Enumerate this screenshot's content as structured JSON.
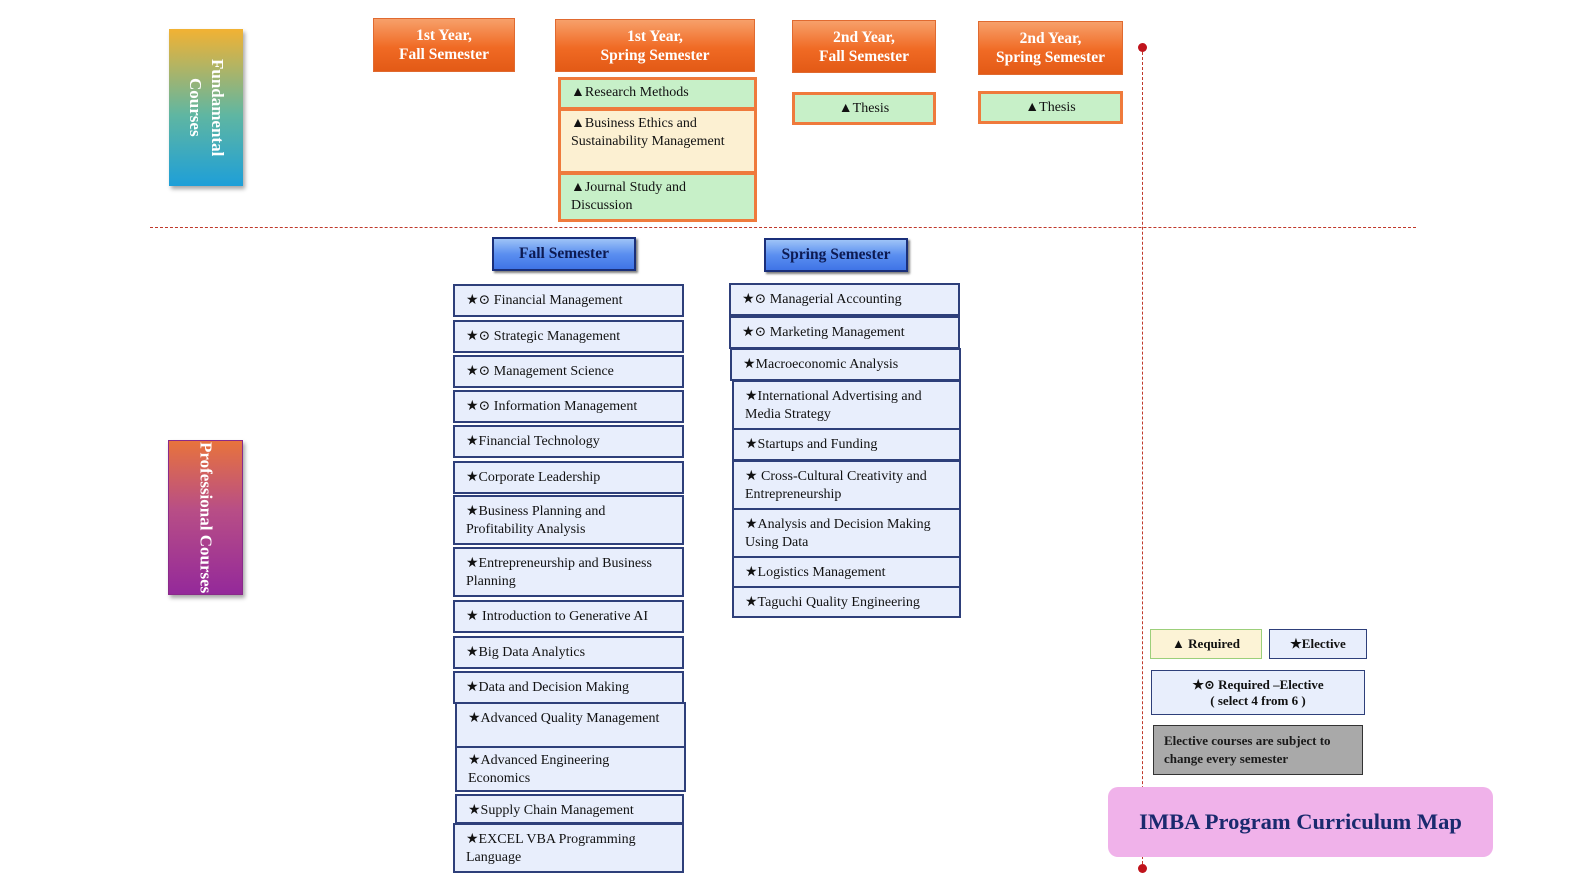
{
  "categories": {
    "fundamental": "Fundamental Courses",
    "professional": "Professional Courses"
  },
  "semester_headers": [
    {
      "line1": "1st Year,",
      "line2": "Fall Semester"
    },
    {
      "line1": "1st Year,",
      "line2": "Spring Semester"
    },
    {
      "line1": "2nd Year,",
      "line2": "Fall Semester"
    },
    {
      "line1": "2nd Year,",
      "line2": "Spring Semester"
    }
  ],
  "required_courses": {
    "y1_spring": [
      "▲Research Methods",
      "▲Business Ethics and Sustainability Management",
      "▲Journal Study and Discussion"
    ],
    "y2_fall": [
      "▲Thesis"
    ],
    "y2_spring": [
      "▲Thesis"
    ]
  },
  "professional": {
    "fall_header": "Fall Semester",
    "spring_header": "Spring Semester",
    "fall": [
      "★⊙ Financial Management",
      "★⊙ Strategic Management",
      "★⊙ Management Science",
      "★⊙ Information Management",
      "★Financial Technology",
      "★Corporate Leadership",
      "★Business Planning and Profitability Analysis",
      "★Entrepreneurship and Business Planning",
      "★ Introduction to Generative AI",
      "★Big Data Analytics",
      "★Data and Decision Making",
      "★Advanced Quality Management",
      "★Advanced Engineering Economics",
      "★Supply Chain Management",
      "★EXCEL VBA Programming Language"
    ],
    "spring": [
      "★⊙ Managerial Accounting",
      "★⊙ Marketing Management",
      "★Macroeconomic Analysis",
      "★International Advertising and Media Strategy",
      "★Startups and Funding",
      "★ Cross-Cultural Creativity and Entrepreneurship",
      "★Analysis and Decision Making Using Data",
      "★Logistics Management",
      "★Taguchi Quality Engineering"
    ]
  },
  "legend": {
    "required": "▲ Required",
    "elective": "★Elective",
    "required_elective_line1": "★⊙ Required –Elective",
    "required_elective_line2": "( select 4 from 6 )",
    "note": "Elective courses are subject to change every semester"
  },
  "title": "IMBA Program Curriculum Map",
  "colors": {
    "header_orange": "#f06a24",
    "required_green": "#c7f0c8",
    "required_cream": "#fcf0d2",
    "elective_blue": "#e8eefc",
    "title_pink": "#f0b2ea",
    "divider_red": "#c0392b"
  }
}
